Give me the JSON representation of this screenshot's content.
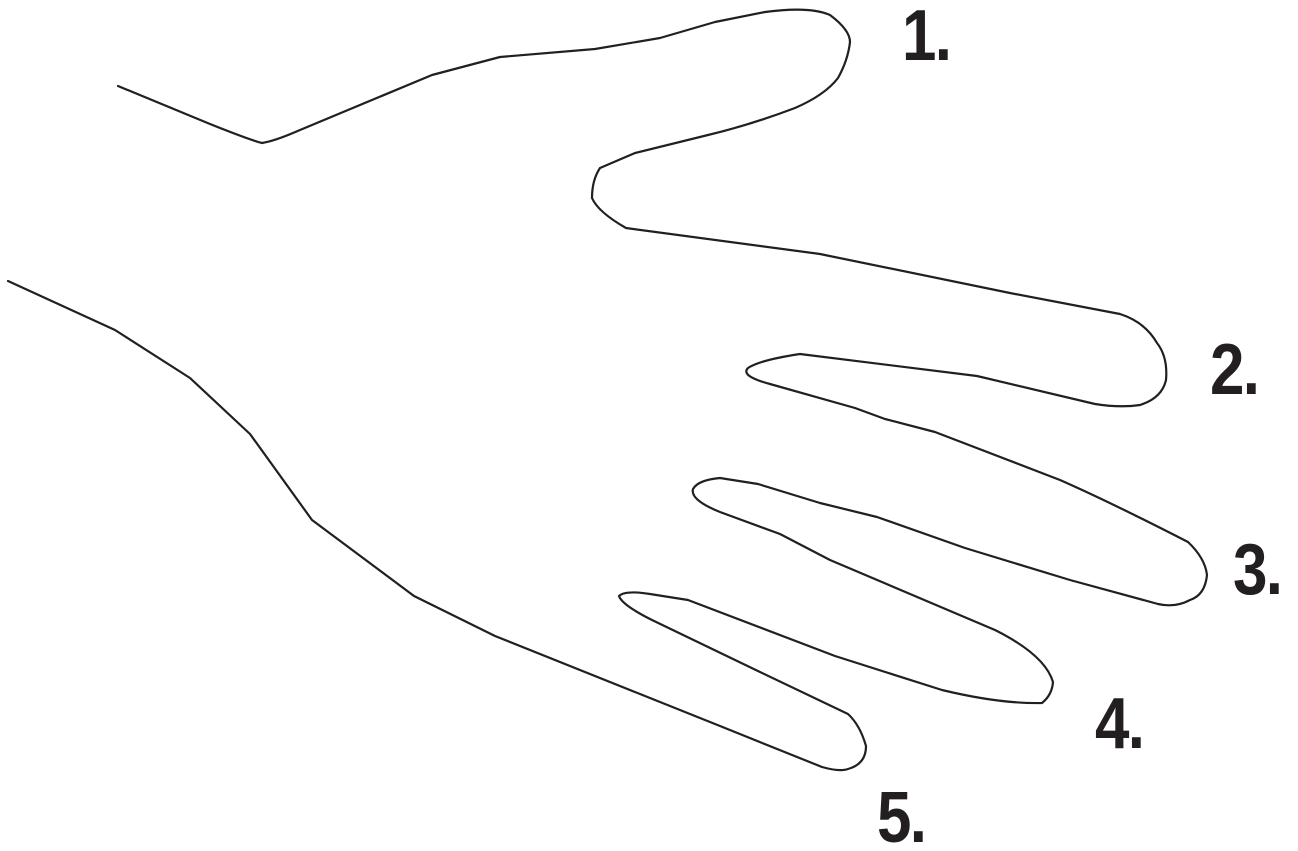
{
  "diagram": {
    "colors": {
      "line": "#231f20",
      "background": "#ffffff",
      "label": "#231f20"
    },
    "finger_labels": [
      "1.",
      "2.",
      "3.",
      "4.",
      "5."
    ]
  }
}
